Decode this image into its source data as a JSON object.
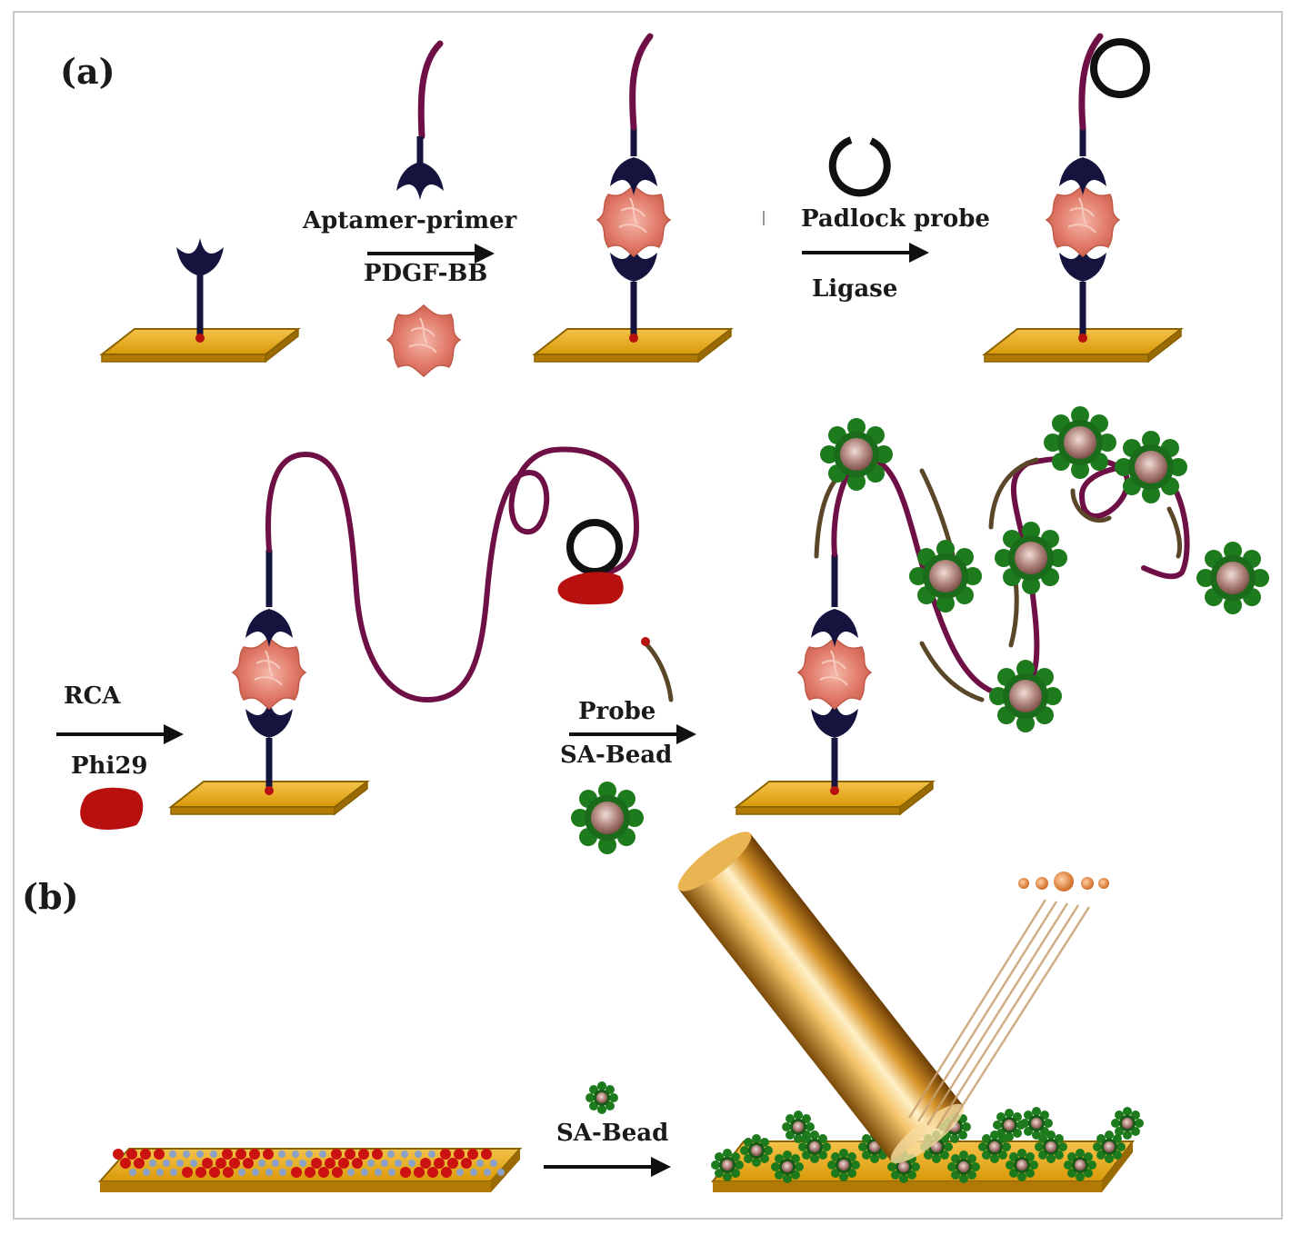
{
  "figure": {
    "panel_a_label": "(a)",
    "panel_b_label": "(b)"
  },
  "steps": {
    "aptamer_primer": "Aptamer-primer",
    "pdgf_bb": "PDGF-BB",
    "padlock_probe": "Padlock probe",
    "ligase": "Ligase",
    "rca": "RCA",
    "phi29": "Phi29",
    "probe": "Probe",
    "sa_bead_a": "SA-Bead",
    "sa_bead_b": "SA-Bead"
  },
  "colors": {
    "substrate": "#e6a812",
    "substrate_edge": "#8a6200",
    "antibody": "#14143e",
    "dna_strand": "#6e0f46",
    "protein": "#e07766",
    "polymerase": "#b80f0f",
    "bead_shell": "#1d7a1d",
    "bead_core": "#a57a72",
    "probe_strand": "#5a4628",
    "laser": "#c8801c"
  }
}
